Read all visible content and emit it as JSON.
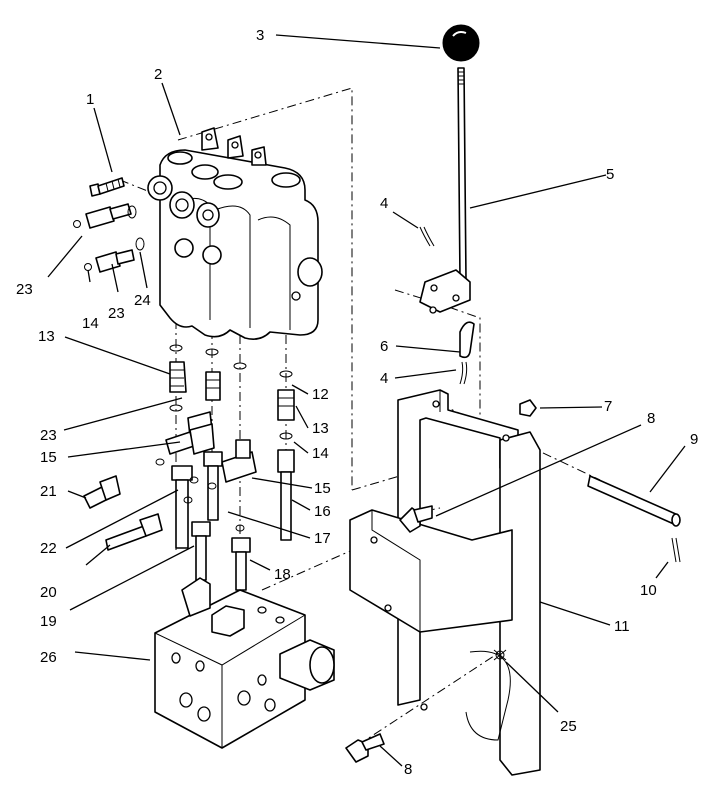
{
  "callouts": [
    "1",
    "2",
    "3",
    "4",
    "5",
    "4",
    "6",
    "7",
    "8",
    "9",
    "10",
    "11",
    "12",
    "13",
    "13",
    "14",
    "14",
    "15",
    "15",
    "16",
    "17",
    "18",
    "19",
    "20",
    "21",
    "22",
    "23",
    "23",
    "23",
    "24",
    "25",
    "26",
    "8"
  ]
}
